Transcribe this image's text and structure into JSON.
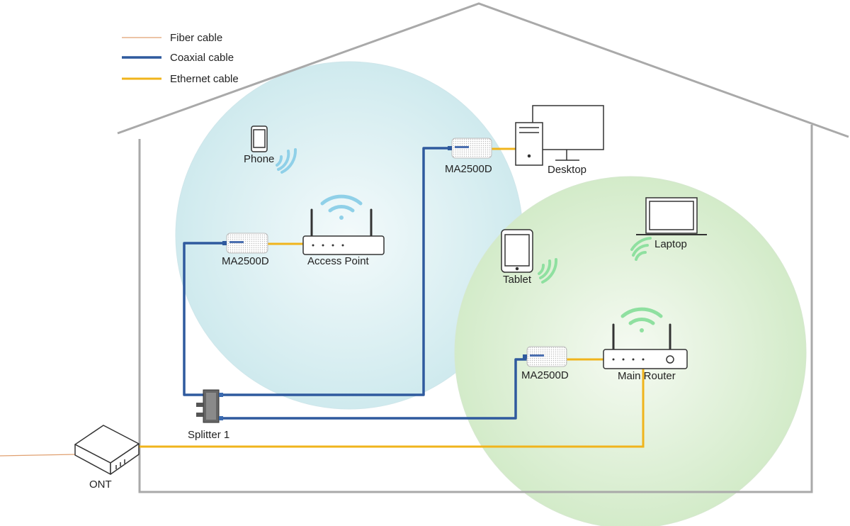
{
  "legend": {
    "fiber": "Fiber cable",
    "coax": "Coaxial cable",
    "ethernet": "Ethernet cable"
  },
  "labels": {
    "phone": "Phone",
    "desktop": "Desktop",
    "laptop": "Laptop",
    "tablet": "Tablet",
    "access_point": "Access Point",
    "main_router": "Main Router",
    "adapter_top": "MA2500D",
    "adapter_left": "MA2500D",
    "adapter_bottom": "MA2500D",
    "splitter": "Splitter 1",
    "ont": "ONT"
  },
  "colors": {
    "fiber": "#e0a070",
    "coax": "#2f5a9e",
    "ethernet": "#f0b41c",
    "house": "#a9a9a9",
    "wifi_blue": "#8fd0e8",
    "wifi_green": "#8fe0a0",
    "zone_blue": "#d6eef2",
    "zone_green": "#dbeed3"
  },
  "icons": [
    "phone-icon",
    "desktop-icon",
    "laptop-icon",
    "tablet-icon",
    "router-icon",
    "adapter-icon",
    "splitter-icon",
    "ont-icon",
    "wifi-icon"
  ]
}
